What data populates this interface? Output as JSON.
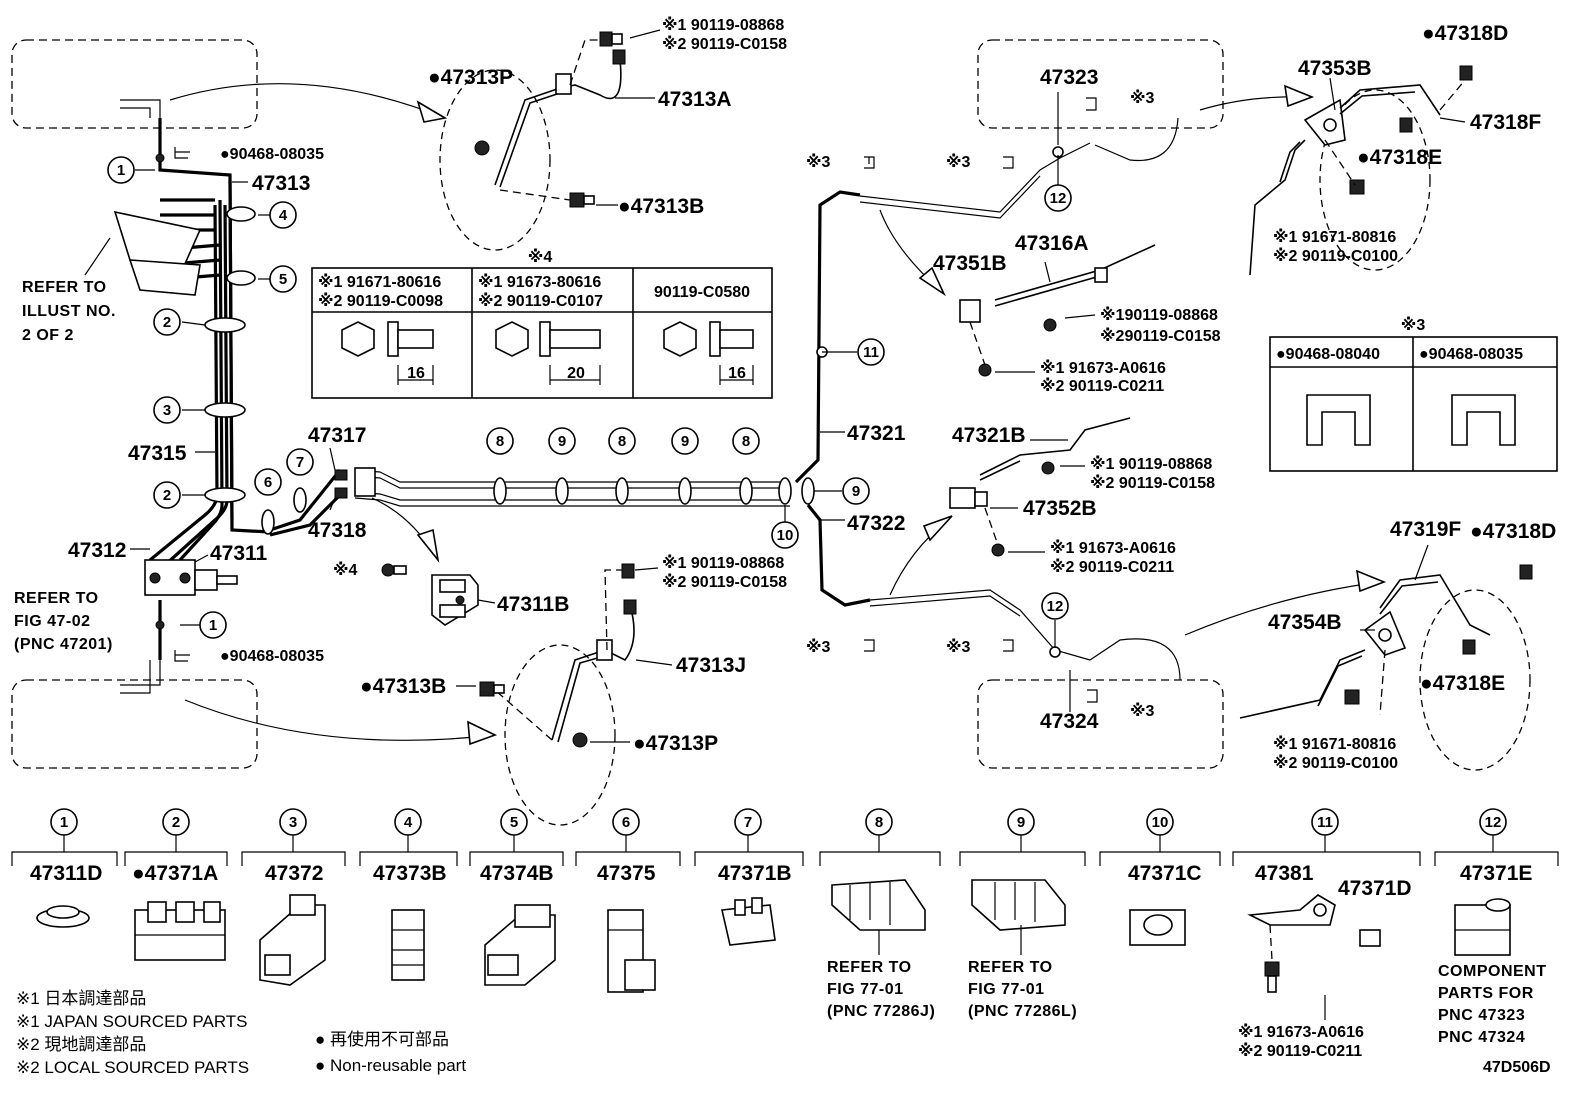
{
  "pnc_labels": {
    "p47313P_top": "●47313P",
    "p47313A": "47313A",
    "p47313B_top": "●47313B",
    "p47313": "47313",
    "p47315": "47315",
    "p47312": "47312",
    "p47311": "47311",
    "p47317": "47317",
    "p47318": "47318",
    "p47311B": "47311B",
    "p47313B_bot": "●47313B",
    "p47313J": "47313J",
    "p47313P_bot": "●47313P",
    "p47323": "47323",
    "p47321": "47321",
    "p47322": "47322",
    "p47324": "47324",
    "p47351B": "47351B",
    "p47316A": "47316A",
    "p47321B": "47321B",
    "p47352B": "47352B",
    "p47353B": "47353B",
    "p47318D_top": "●47318D",
    "p47318F": "47318F",
    "p47318E_top": "●47318E",
    "p47319F": "47319F",
    "p47318D_bot": "●47318D",
    "p47354B": "47354B",
    "p47318E_bot": "●47318E",
    "p90468_top": "●90468-08035",
    "p90468_bot": "●90468-08035"
  },
  "bolt_notes": {
    "n_top1": "※1 90119-08868",
    "n_top2": "※2 90119-C0158",
    "n_mid1": "※1 90119-08868",
    "n_mid2": "※2 90119-C0158",
    "n_351_1": "※190119-08868",
    "n_351_2": "※290119-C0158",
    "n_351b_1": "※1 91673-A0616",
    "n_351b_2": "※2 90119-C0211",
    "n_321_1": "※1 90119-08868",
    "n_321_2": "※2 90119-C0158",
    "n_352_1": "※1 91673-A0616",
    "n_352_2": "※2 90119-C0211",
    "n_353_1": "※1 91671-80816",
    "n_353_2": "※2 90119-C0100",
    "n_354_1": "※1 91671-80816",
    "n_354_2": "※2 90119-C0100",
    "n_381_1": "※1 91673-A0616",
    "n_381_2": "※2 90119-C0211"
  },
  "refer_notes": {
    "illust_1": "REFER TO",
    "illust_2": "ILLUST NO.",
    "illust_3": "2 OF 2",
    "fig_1": "REFER TO",
    "fig_2": "FIG 47-02",
    "fig_3": "(PNC 47201)"
  },
  "markers": {
    "m3": "※3",
    "m4": "※4"
  },
  "table4": {
    "title": "※4",
    "col1_l1": "※1 91671-80616",
    "col1_l2": "※2 90119-C0098",
    "col2_l1": "※1 91673-80616",
    "col2_l2": "※2 90119-C0107",
    "col3": "90119-C0580",
    "dim1": "16",
    "dim2": "20",
    "dim3": "16"
  },
  "table3": {
    "title": "※3",
    "col1": "●90468-08040",
    "col2": "●90468-08035"
  },
  "callouts": [
    "1",
    "2",
    "3",
    "4",
    "5",
    "6",
    "7",
    "8",
    "9",
    "10",
    "11",
    "12"
  ],
  "bottom_parts": [
    {
      "num": "1",
      "pnc": "47311D"
    },
    {
      "num": "2",
      "pnc": "●47371A"
    },
    {
      "num": "3",
      "pnc": "47372"
    },
    {
      "num": "4",
      "pnc": "47373B"
    },
    {
      "num": "5",
      "pnc": "47374B"
    },
    {
      "num": "6",
      "pnc": "47375"
    },
    {
      "num": "7",
      "pnc": "47371B"
    },
    {
      "num": "8",
      "pnc": ""
    },
    {
      "num": "9",
      "pnc": ""
    },
    {
      "num": "10",
      "pnc": "47371C"
    },
    {
      "num": "11",
      "pnc": "47381"
    },
    {
      "num": "12",
      "pnc": "47371E"
    }
  ],
  "bottom_extra": {
    "p47371D": "47371D",
    "ref8_1": "REFER TO",
    "ref8_2": "FIG 77-01",
    "ref8_3": "(PNC 77286J)",
    "ref9_1": "REFER TO",
    "ref9_2": "FIG 77-01",
    "ref9_3": "(PNC 77286L)",
    "comp_1": "COMPONENT",
    "comp_2": "PARTS FOR",
    "comp_3": "PNC 47323",
    "comp_4": "PNC 47324"
  },
  "legend": {
    "l1": "※1 日本調達部品",
    "l2": "※1 JAPAN SOURCED PARTS",
    "l3": "※2 現地調達部品",
    "l4": "※2 LOCAL SOURCED PARTS",
    "l5": "● 再使用不可部品",
    "l6": "● Non-reusable part"
  },
  "figure_code": "47D506D"
}
